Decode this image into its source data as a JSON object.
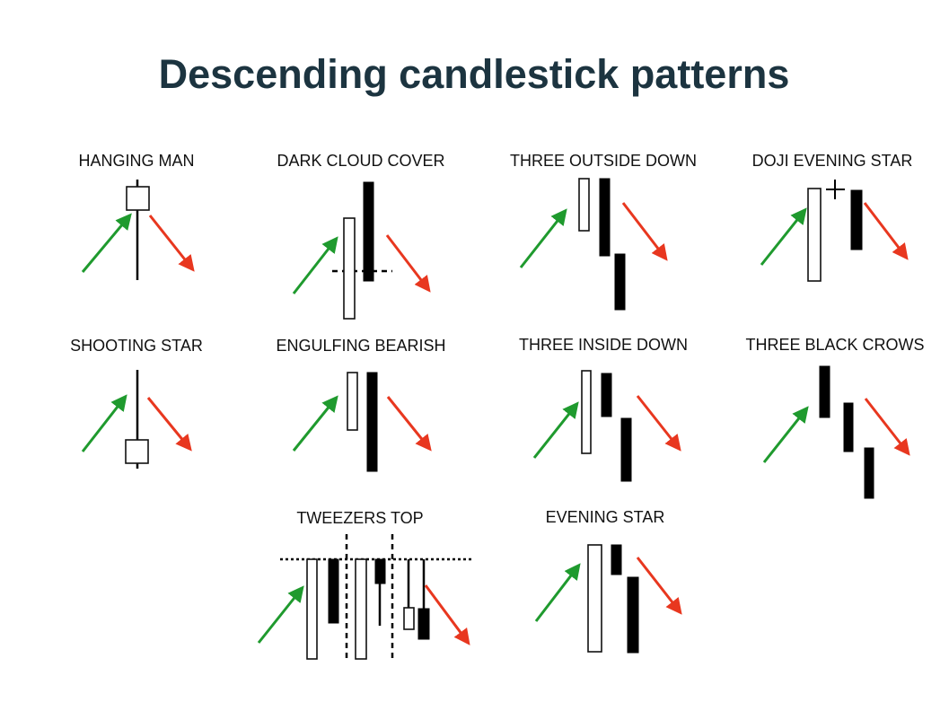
{
  "title": "Descending candlestick patterns",
  "patterns": [
    {
      "label": "HANGING MAN"
    },
    {
      "label": "DARK CLOUD COVER"
    },
    {
      "label": "THREE OUTSIDE DOWN"
    },
    {
      "label": "DOJI EVENING STAR"
    },
    {
      "label": "SHOOTING STAR"
    },
    {
      "label": "ENGULFING BEARISH"
    },
    {
      "label": "THREE INSIDE DOWN"
    },
    {
      "label": "THREE BLACK CROWS"
    },
    {
      "label": "TWEEZERS TOP"
    },
    {
      "label": "EVENING STAR"
    }
  ],
  "colors": {
    "up_arrow": "#1f9a2e",
    "down_arrow": "#e8371f",
    "title": "#1c3440"
  }
}
